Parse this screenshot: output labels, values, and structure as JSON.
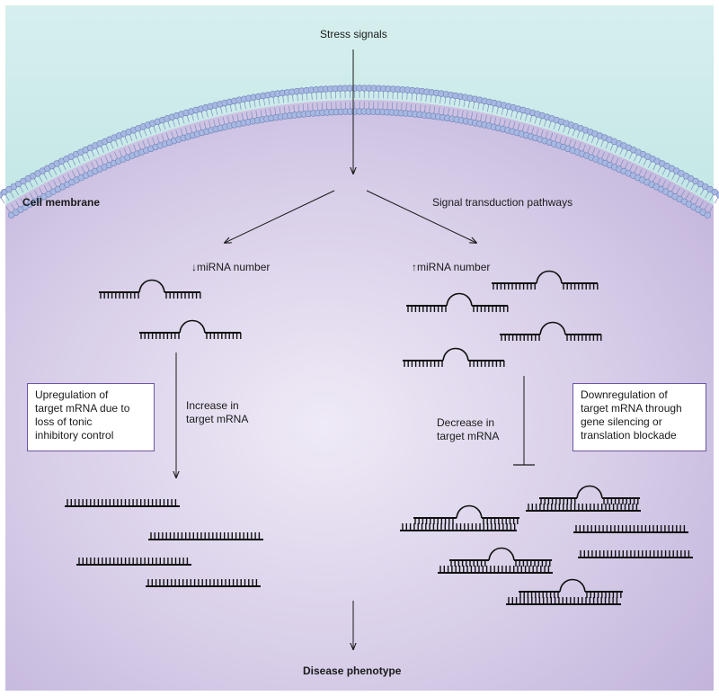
{
  "labels": {
    "stress_signals": "Stress signals",
    "cell_membrane": "Cell membrane",
    "signal_transduction": "Signal transduction pathways",
    "down_mirna": "↓miRNA number",
    "up_mirna": "↑miRNA number",
    "increase_line1": "Increase in",
    "increase_line2": "target mRNA",
    "decrease_line1": "Decrease in",
    "decrease_line2": "target mRNA",
    "disease_phenotype": "Disease phenotype"
  },
  "boxes": {
    "upregulation": [
      "Upregulation of",
      "target mRNA due to",
      "loss of tonic",
      "inhibitory control"
    ],
    "downregulation": [
      "Downregulation of",
      "target mRNA through",
      "gene silencing or",
      "translation blockade"
    ]
  },
  "colors": {
    "outside": "#a9dcda",
    "cell_interior": "#cbbfe0",
    "membrane_head": "#9fb3dc",
    "box_border": "#6d55a3",
    "ink": "#1a1a1a"
  }
}
